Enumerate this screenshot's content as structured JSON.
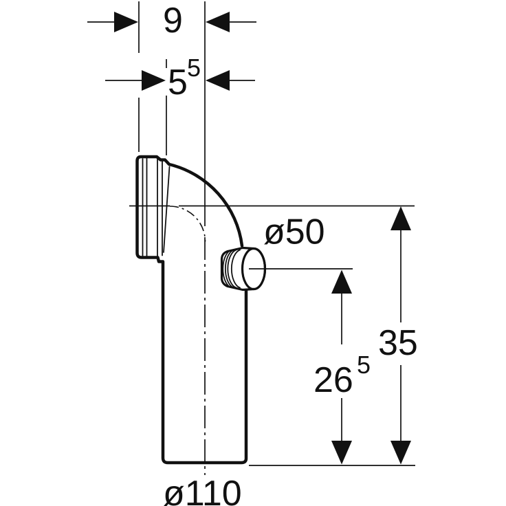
{
  "page": {
    "background": "#ffffff",
    "line_color": "#111111"
  },
  "labels": {
    "flange_width": "9",
    "socket_depth": {
      "value": "5",
      "sup": "5"
    },
    "outlet_diameter": "ø50",
    "overall_height": "35",
    "outlet_center_height": {
      "value": "26",
      "sup": "5"
    },
    "pipe_diameter": "ø110"
  }
}
